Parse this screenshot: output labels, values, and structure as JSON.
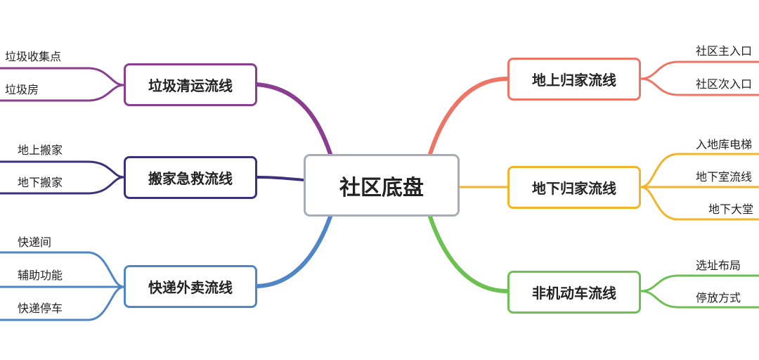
{
  "center": {
    "label": "社区底盘"
  },
  "branches": [
    {
      "label": "垃圾清运流线",
      "color": "#8b3d8f",
      "leaves": [
        "垃圾收集点",
        "垃圾房"
      ]
    },
    {
      "label": "搬家急救流线",
      "color": "#3d2f7c",
      "leaves": [
        "地上搬家",
        "地下搬家"
      ]
    },
    {
      "label": "快递外卖流线",
      "color": "#4f86c6",
      "leaves": [
        "快递间",
        "辅助功能",
        "快递停车"
      ]
    },
    {
      "label": "地上归家流线",
      "color": "#ee7466",
      "leaves": [
        "社区主入口",
        "社区次入口"
      ]
    },
    {
      "label": "地下归家流线",
      "color": "#f2b42b",
      "leaves": [
        "入地库电梯",
        "地下室流线",
        "地下大堂"
      ]
    },
    {
      "label": "非机动车流线",
      "color": "#6cc152",
      "leaves": [
        "选址布局",
        "停放方式"
      ]
    }
  ]
}
